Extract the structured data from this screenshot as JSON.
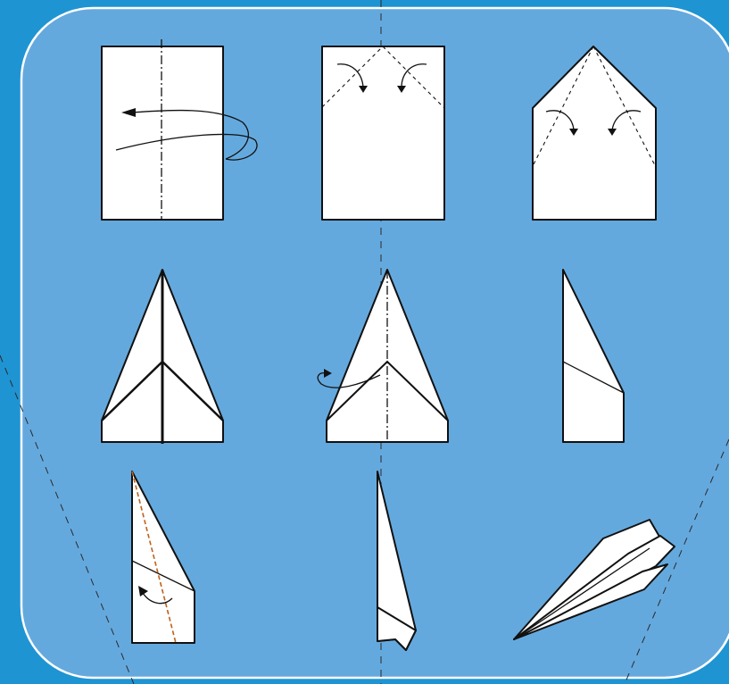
{
  "title": "",
  "colors": {
    "outer_background": "#1f94d3",
    "panel_fill": "#64a9de",
    "panel_border": "#ffffff",
    "paper_fill": "#ffffff",
    "line_color": "#111111",
    "guide_dash_color": "#2a2a2a",
    "fold_line_accent": "#c0601a"
  },
  "steps": [
    {
      "id": 1,
      "shape": "rectangle-sheet",
      "fold": "valley-fold-in-half-lengthwise",
      "marks": [
        "centre-line",
        "flip-arrow"
      ]
    },
    {
      "id": 2,
      "shape": "rectangle-sheet",
      "fold": "fold-top-corners-to-centre",
      "marks": [
        "two-diagonal-dashed-lines",
        "two-curved-arrows"
      ]
    },
    {
      "id": 3,
      "shape": "house-pentagon",
      "fold": "fold-diagonal-edges-to-centre",
      "marks": [
        "two-diagonal-dashed-lines",
        "two-curved-arrows"
      ]
    },
    {
      "id": 4,
      "shape": "dart",
      "fold": "result-folded-edges",
      "marks": [
        "centre-crease"
      ]
    },
    {
      "id": 5,
      "shape": "dart",
      "fold": "fold-in-half-backwards",
      "marks": [
        "dash-dot-centre-line",
        "curved-arrow"
      ]
    },
    {
      "id": 6,
      "shape": "half-dart",
      "fold": "result-half-folded",
      "marks": [
        "diagonal-edge-line"
      ]
    },
    {
      "id": 7,
      "shape": "half-dart",
      "fold": "fold-wing-down",
      "marks": [
        "accent-dashed-fold-line",
        "curved-arrow"
      ]
    },
    {
      "id": 8,
      "shape": "narrow-body",
      "fold": "fold-other-wing",
      "marks": []
    },
    {
      "id": 9,
      "shape": "paper-plane",
      "fold": "finished",
      "marks": []
    }
  ]
}
